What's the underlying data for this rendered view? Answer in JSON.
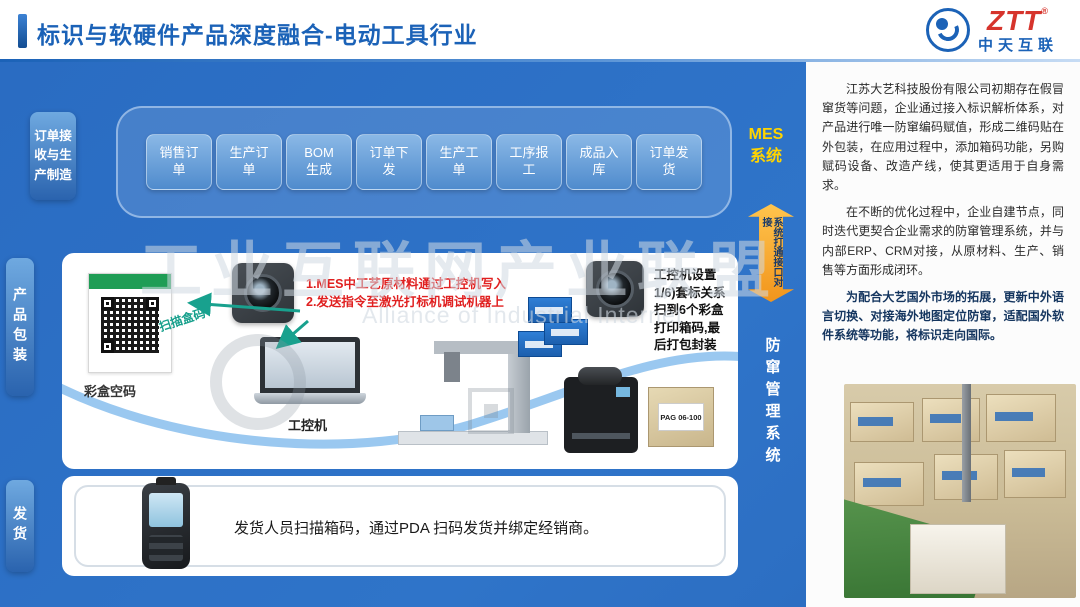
{
  "colors": {
    "accent_blue": "#1B62B7",
    "logo_red": "#D6342C",
    "bg_blue": "#2A6CC2",
    "mes_yellow": "#FFD400",
    "ribbon_orange": "#F2951C",
    "note_red": "#E02020",
    "scan_teal": "#17A08C",
    "qr_green": "#1F9D55"
  },
  "header": {
    "title": "标识与软硬件产品深度融合-电动工具行业",
    "logo_text": "ZTT",
    "logo_reg": "®",
    "logo_subtext": "中天互联"
  },
  "left_labels": {
    "order": "订单接收与生产制造",
    "packaging": "产品包装",
    "shipping": "发货"
  },
  "process": {
    "steps": [
      "销售订单",
      "生产订单",
      "BOM生成",
      "订单下发",
      "生产工单",
      "工序报工",
      "成品入库",
      "订单发货"
    ]
  },
  "right_rail": {
    "mes": "MES系统",
    "ribbon": "系统打通接口对接",
    "anti_counterfeit": "防窜管理系统"
  },
  "packaging": {
    "qr_caption": "彩盒空码",
    "scan_label": "扫描盒码",
    "note_red_1": "1.MES中工艺原材料通过工控机写入",
    "note_red_2": "2.发送指令至激光打标机调试机器上",
    "ipc_label": "工控机",
    "side_note": "工控机设置1/6)套标关系扫到6个彩盒打印箱码,最后打包封装",
    "printer_label": "PAG 06-100"
  },
  "shipping": {
    "note": "发货人员扫描箱码，通过PDA 扫码发货并绑定经销商。"
  },
  "case_panel": {
    "p1": "江苏大艺科技股份有限公司初期存在假冒窜货等问题，企业通过接入标识解析体系，对产品进行唯一防窜编码赋值，形成二维码贴在外包装，在应用过程中，添加箱码功能，另购赋码设备、改造产线，使其更适用于自身需求。",
    "p2": "在不断的优化过程中，企业自建节点，同时迭代更契合企业需求的防窜管理系统，并与内部ERP、CRM对接，从原材料、生产、销售等方面形成闭环。",
    "p3": "为配合大艺国外市场的拓展，更新中外语言切换、对接海外地图定位防窜，适配国外软件系统等功能，将标识走向国际。"
  },
  "watermark": {
    "cn": "工业互联网产业联盟",
    "en": "Alliance of Industrial Internet"
  }
}
